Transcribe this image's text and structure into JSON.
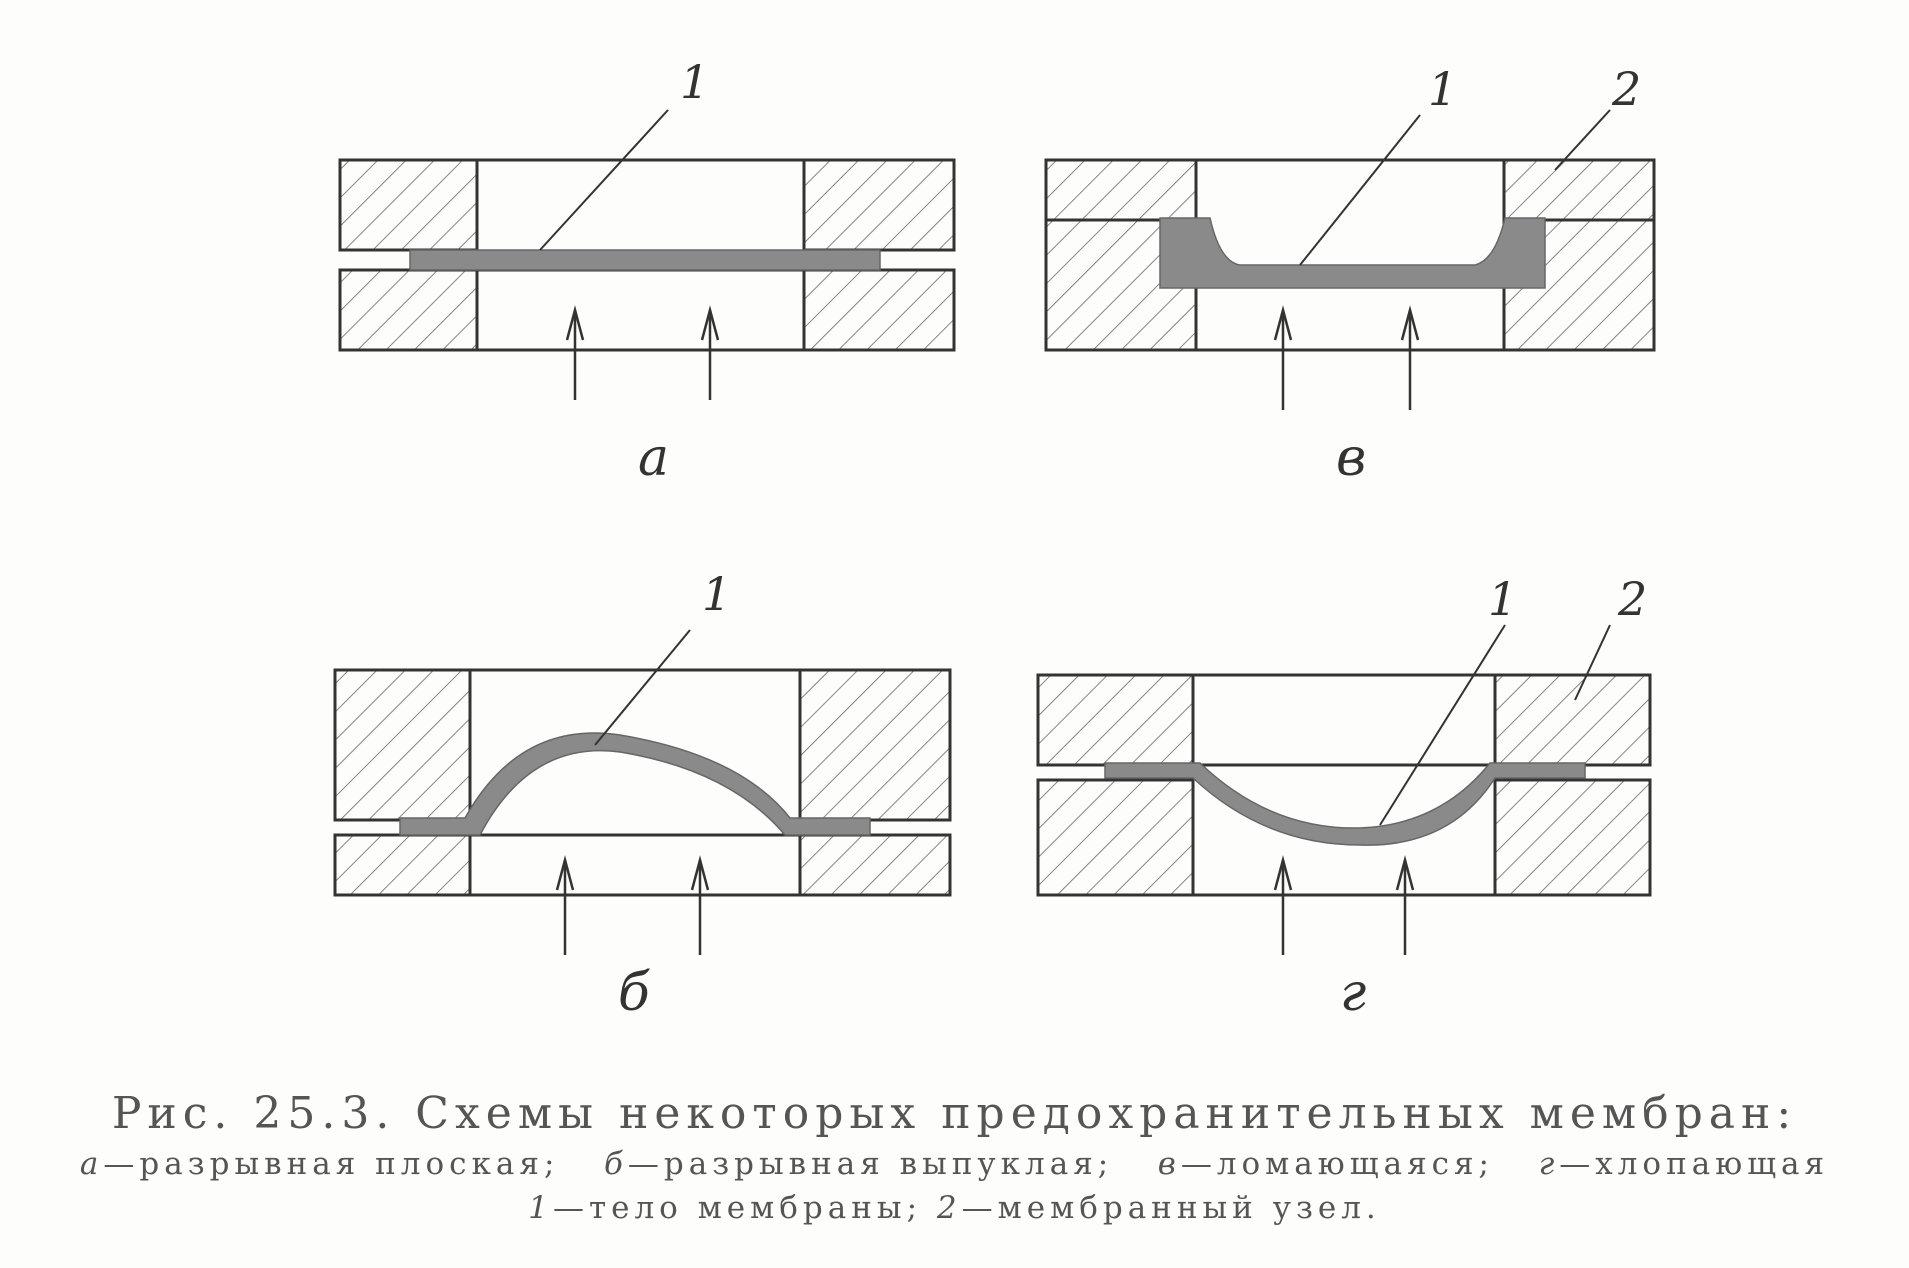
{
  "figure": {
    "panels": [
      {
        "id": "a",
        "letter": "а",
        "labels": [
          "1"
        ]
      },
      {
        "id": "v",
        "letter": "в",
        "labels": [
          "1",
          "2"
        ]
      },
      {
        "id": "b",
        "letter": "б",
        "labels": [
          "1"
        ]
      },
      {
        "id": "g",
        "letter": "г",
        "labels": [
          "1",
          "2"
        ]
      }
    ]
  },
  "caption": {
    "title": "Рис. 25.3. Схемы некоторых предохранительных мембран:",
    "line1": [
      {
        "key": "а",
        "text": "—разрывная плоская;"
      },
      {
        "key": "б",
        "text": "—разрывная выпуклая;"
      },
      {
        "key": "в",
        "text": "—ломающаяся;"
      },
      {
        "key": "г",
        "text": "—хлопающая"
      }
    ],
    "line2": [
      {
        "key": "1",
        "text": "—тело мембраны;"
      },
      {
        "key": "2",
        "text": "—мембранный узел."
      }
    ]
  },
  "colors": {
    "ink": "#333333",
    "hatch": "#555555",
    "membrane": "#777777",
    "paper": "#fdfdfb"
  }
}
